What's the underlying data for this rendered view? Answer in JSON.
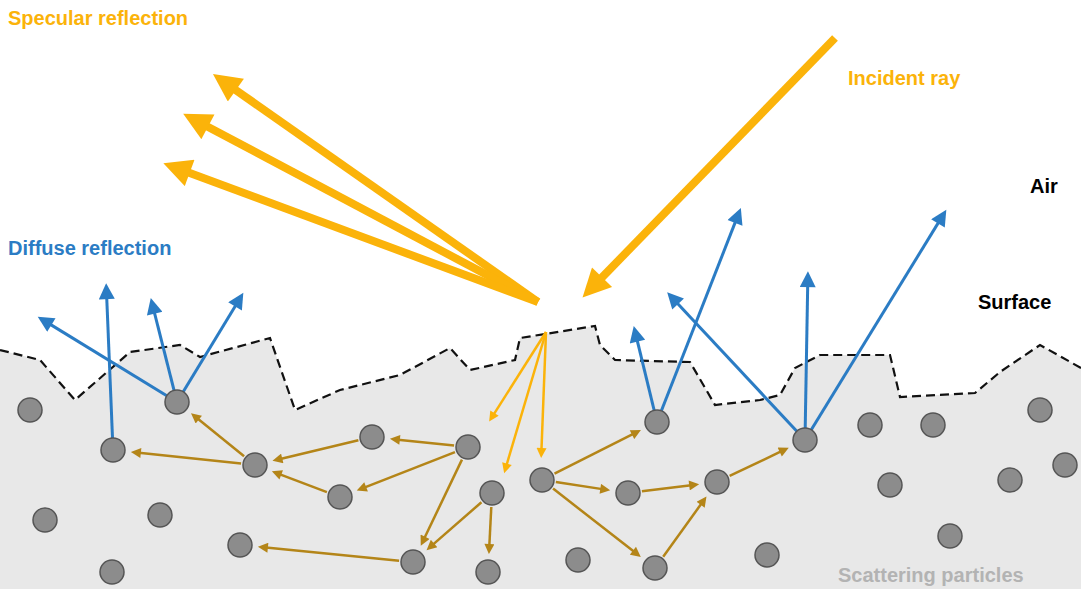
{
  "diagram": {
    "labels": [
      "Specular reflection",
      "Incident ray",
      "Air",
      "Diffuse reflection",
      "Surface",
      "Scattering particles"
    ]
  }
}
